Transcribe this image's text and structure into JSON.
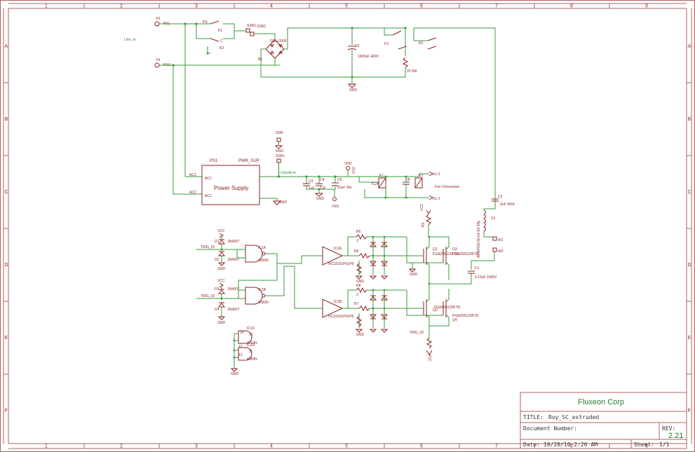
{
  "zones": {
    "columns": [
      "1",
      "2",
      "3",
      "4",
      "5",
      "6",
      "7",
      "8",
      "9"
    ],
    "rows": [
      "A",
      "B",
      "C",
      "D",
      "E",
      "F"
    ]
  },
  "labels": {
    "ps1": "PS1",
    "psu": "PSU",
    "x3": "X3",
    "x4": "X4",
    "line_in": "Line_In",
    "ps": "PS",
    "k1": "K1",
    "k2": "K2",
    "c": "C",
    "ssr1": "SSR1",
    "ssr2": "SSR2",
    "bridge": "GBU-2006",
    "b1": "B1",
    "c6": "C6",
    "c6_val": "1000uF 400V",
    "gnd": "GND",
    "f3": "F3",
    "r2": "R2",
    "r2_val": "20 5W",
    "ssr_minus": "SSR-",
    "ssr_plus": "SSR+",
    "ps1_box": "PS1",
    "pwr_sup": "PWR_SUP",
    "power_supply": "Power Supply",
    "ac1": "AC1",
    "ac2": "AC2",
    "volts_in": "+15volts in",
    "vdd": "VDD",
    "vcc": "VCC",
    "vss": "VSS",
    "c3": "C3",
    "c4": "C4",
    "c5": "C5",
    "c8": "C8",
    "c3_val": "1uF",
    "c4_val": "1uF",
    "c5_val": "10uF 35v",
    "ic2p": "IC2P",
    "k1_coil": "K1",
    "k2_coil": "K2",
    "x12": "X1-2",
    "x11": "X1-1",
    "fan": "Fan Connection",
    "c2": "C2",
    "c2_val": ".5uF 450v",
    "inductor": "AF6NT00-50-01-02-TAL",
    "x2": "X2",
    "w1": "W1",
    "w2": "W2",
    "c1": "C1",
    "c1_val": "0.15uF 1500V",
    "trig01": "TRIG_01",
    "trig02": "TRIG_02",
    "d1": "D1",
    "d2": "D2",
    "d3": "D3",
    "d4": "D4",
    "diode": "1N4007",
    "ic1a": "IC1A",
    "ic1b": "IC1B",
    "ic1c": "IC1C",
    "ic1d": "IC1D",
    "gate": "4093N",
    "ic2a": "IC2A",
    "ic2b": "IC2B",
    "driver": "HC33151P01P8",
    "r5": "R5",
    "r6": "R6",
    "r7": "R7",
    "r8": "R8",
    "r3": "3",
    "q1": "Q1",
    "q2": "Q2",
    "q3": "Q3",
    "q4": "Q4",
    "fga_a": "FGA25N120FTD",
    "fga_b": "FGA25N120FTD",
    "n14": "14",
    "n13": "13",
    "n12": "12",
    "n11": "11",
    "n10": "10"
  },
  "title_block": {
    "company": "Fluxeon Corp",
    "title_label": "TITLE:",
    "title": "Roy_SC_extruded",
    "doc_label": "Document Number:",
    "rev_label": "REV:",
    "rev": "2.21",
    "date_label": "Date:",
    "date": "10/20/10 2:26 AM",
    "sheet_label": "Sheet:",
    "sheet": "1/1"
  }
}
